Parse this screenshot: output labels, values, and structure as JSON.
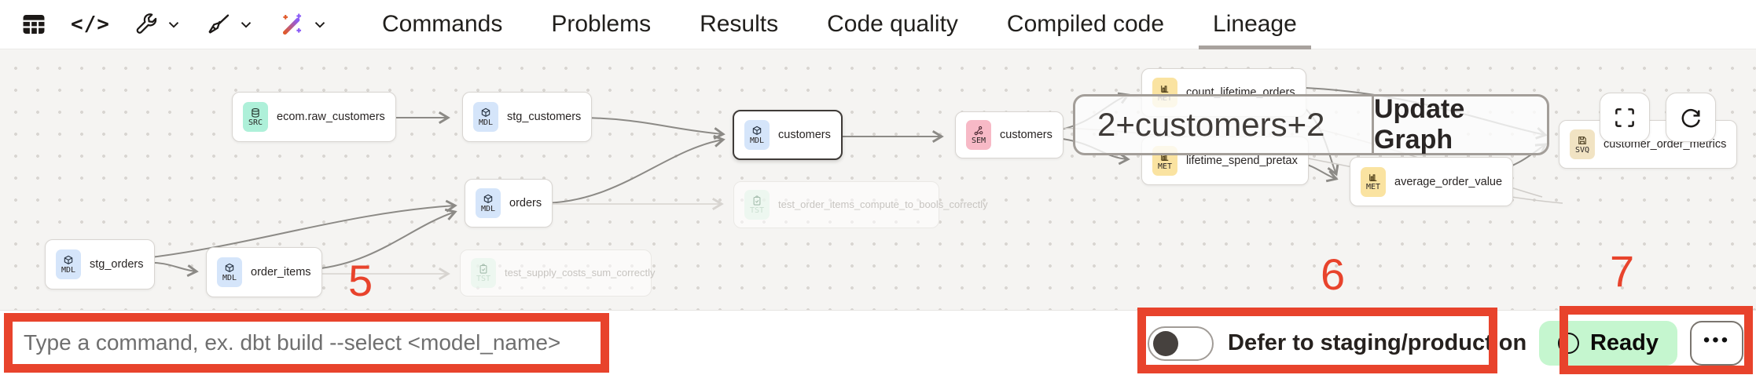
{
  "toolbar": {
    "icons": [
      "table",
      "code",
      "wrench",
      "broom",
      "magic-wand"
    ]
  },
  "tabs": [
    {
      "label": "Commands",
      "active": false
    },
    {
      "label": "Problems",
      "active": false
    },
    {
      "label": "Results",
      "active": false
    },
    {
      "label": "Code quality",
      "active": false
    },
    {
      "label": "Compiled code",
      "active": false
    },
    {
      "label": "Lineage",
      "active": true
    }
  ],
  "graph": {
    "nodes": {
      "raw_customers": {
        "label": "ecom.raw_customers",
        "badge": "SRC"
      },
      "stg_customers": {
        "label": "stg_customers",
        "badge": "MDL"
      },
      "customers_model": {
        "label": "customers",
        "badge": "MDL",
        "selected": true
      },
      "customers_semantic": {
        "label": "customers",
        "badge": "SEM"
      },
      "count_lifetime_orders": {
        "label": "count_lifetime_orders",
        "badge": "MET"
      },
      "lifetime_spend_pretax": {
        "label": "lifetime_spend_pretax",
        "badge": "MET"
      },
      "average_order_value": {
        "label": "average_order_value",
        "badge": "MET"
      },
      "customer_order_metrics": {
        "label": "customer_order_metrics",
        "badge": "SVQ"
      },
      "orders": {
        "label": "orders",
        "badge": "MDL"
      },
      "order_items": {
        "label": "order_items",
        "badge": "MDL"
      },
      "stg_orders": {
        "label": "stg_orders",
        "badge": "MDL"
      },
      "test_order_items": {
        "label": "test_order_items_compute_to_bools_correctly",
        "badge": "TST"
      },
      "test_supply": {
        "label": "test_supply_costs_sum_correctly",
        "badge": "TST"
      }
    },
    "selector": {
      "query": "2+customers+2",
      "button": "Update Graph"
    },
    "controls": [
      "fullscreen",
      "refresh"
    ]
  },
  "command_bar": {
    "placeholder": "Type a command, ex. dbt build --select <model_name>",
    "defer_label": "Defer to staging/production",
    "help_icon": "?",
    "ready_label": "Ready",
    "ellipsis_icon": "•••"
  },
  "annotations": {
    "step5": "5",
    "step6": "6",
    "step7": "7"
  },
  "colors": {
    "annotation_red": "#e8432c",
    "ready_green_bg": "#c5f6cf",
    "selected_node_border": "#3f3b38",
    "badge_src": "#aef0d9",
    "badge_mdl": "#d5e5fa",
    "badge_sem": "#f7b9c6",
    "badge_met": "#fae3a1",
    "badge_svq": "#f1e3c3",
    "badge_tst": "#e2f5e9",
    "tab_underline": "#a8a29e"
  }
}
